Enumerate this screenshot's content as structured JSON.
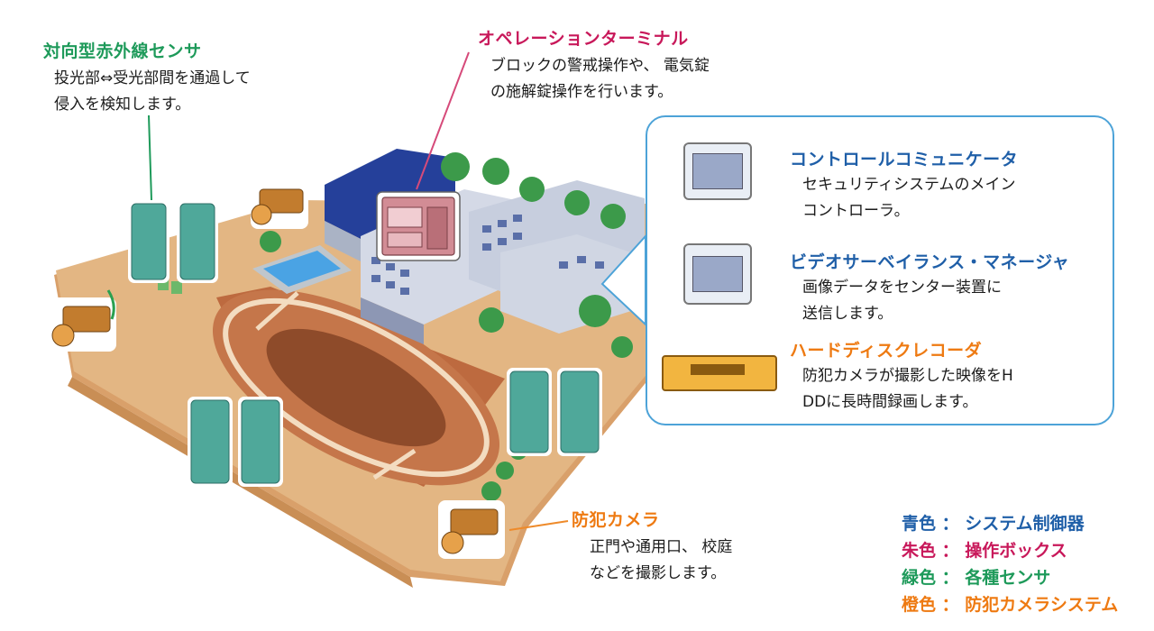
{
  "colors": {
    "blue": "#1f5fa8",
    "red": "#c8185a",
    "green": "#1e9a5a",
    "orange": "#ee7a12",
    "sensor": "#4fa89a",
    "ground": "#e0b27e",
    "track": "#b8673c"
  },
  "labels": {
    "sensor": {
      "title": "対向型赤外線センサ",
      "desc": [
        "投光部⇔受光部間を通過して",
        "侵入を検知します。"
      ]
    },
    "terminal": {
      "title": "オペレーションターミナル",
      "desc": [
        "ブロックの警戒操作や、 電気錠",
        "の施解錠操作を行います。"
      ]
    },
    "camera": {
      "title": "防犯カメラ",
      "desc": [
        "正門や通用口、 校庭",
        "などを撮影します。"
      ]
    }
  },
  "panel": {
    "controller": {
      "title": "コントロールコミュニケータ",
      "desc": [
        "セキュリティシステムのメイン",
        "コントローラ。"
      ]
    },
    "vsm": {
      "title": "ビデオサーベイランス・マネージャ",
      "desc": [
        "画像データをセンター装置に",
        "送信します。"
      ]
    },
    "hdd": {
      "title": "ハードディスクレコーダ",
      "desc": [
        "防犯カメラが撮影した映像をH",
        "DDに長時間録画します。"
      ]
    }
  },
  "legend": [
    {
      "text": "青色 ： システム制御器",
      "color": "blue"
    },
    {
      "text": "朱色 ： 操作ボックス",
      "color": "red"
    },
    {
      "text": "緑色 ： 各種センサ",
      "color": "green"
    },
    {
      "text": "橙色 ： 防犯カメラシステム",
      "color": "orange"
    }
  ]
}
